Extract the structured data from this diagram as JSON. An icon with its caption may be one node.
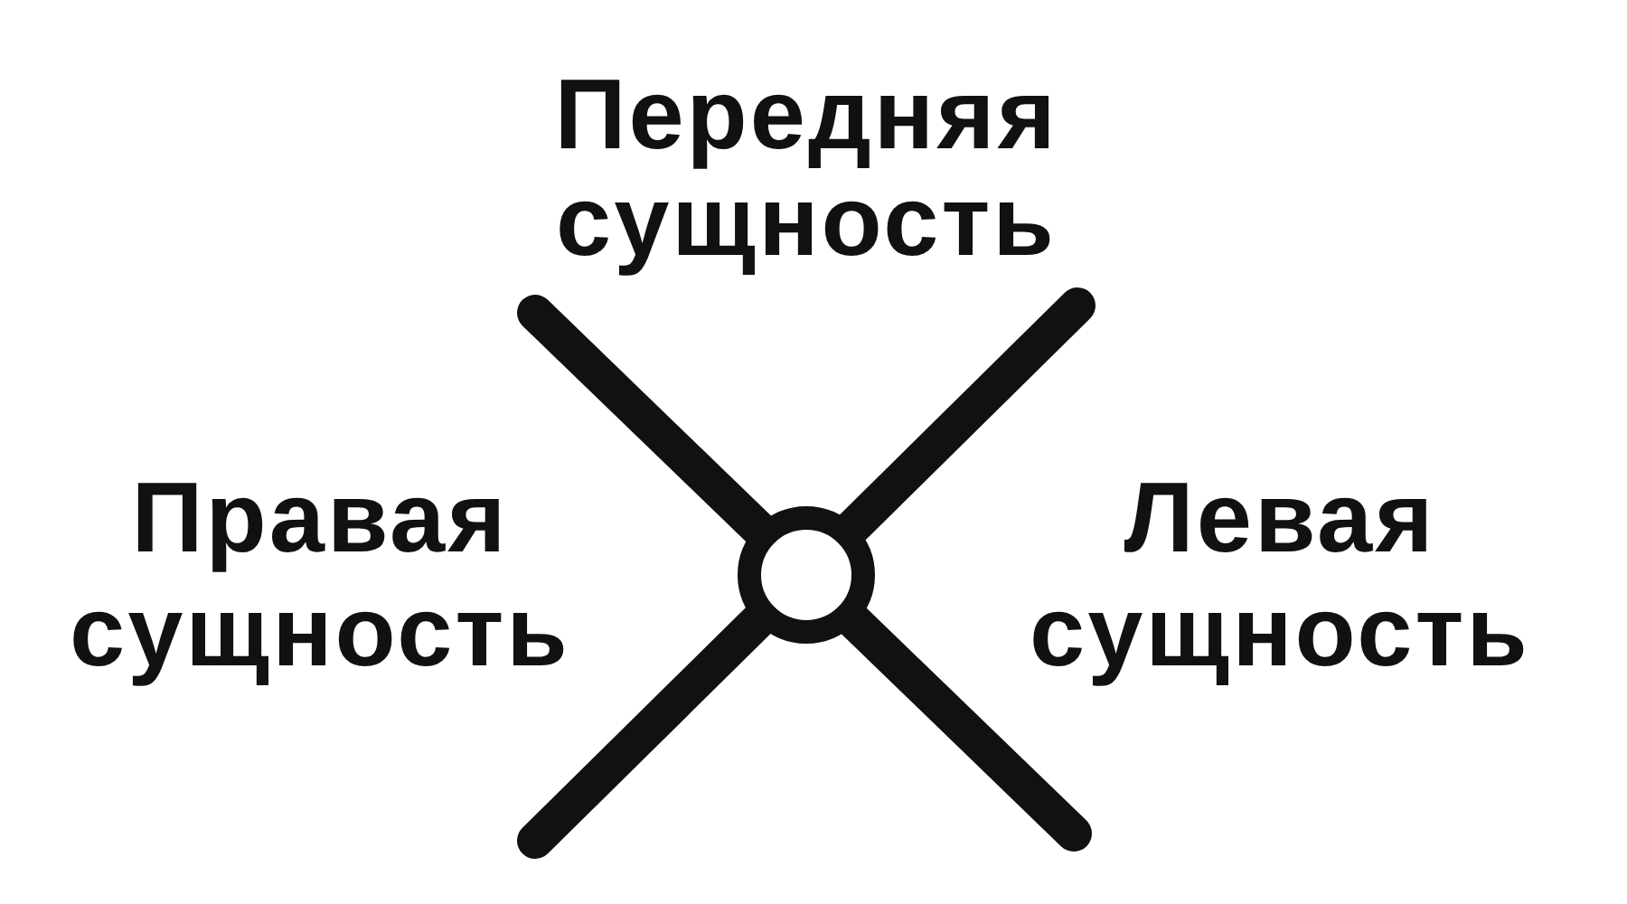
{
  "diagram": {
    "labels": [
      "Передняя сущность",
      "Правая сущность",
      "Левая сущность"
    ]
  }
}
